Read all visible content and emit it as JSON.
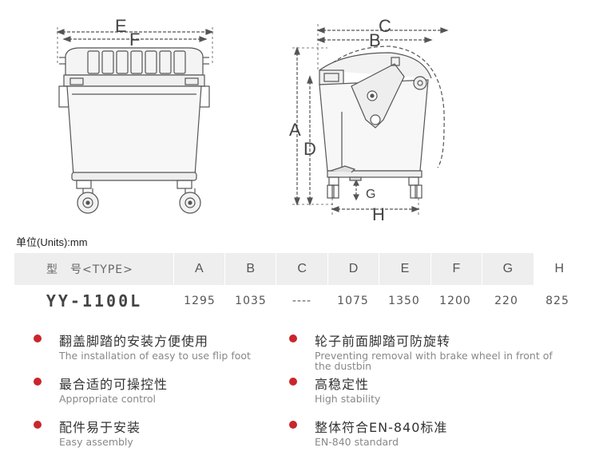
{
  "diagram": {
    "front_labels": {
      "E": "E",
      "F": "F"
    },
    "side_labels": {
      "C": "C",
      "B": "B",
      "A": "A",
      "D": "D",
      "G": "G",
      "H": "H"
    }
  },
  "units_label": "单位(Units):mm",
  "table": {
    "type_label": "型　号<TYPE>",
    "columns": [
      "A",
      "B",
      "C",
      "D",
      "E",
      "F",
      "G",
      "H"
    ],
    "model": "YY-1100L",
    "values": [
      "1295",
      "1035",
      "----",
      "1075",
      "1350",
      "1200",
      "220",
      "825"
    ]
  },
  "features": [
    {
      "zh": "翻盖脚踏的安装方便使用",
      "en": "The installation of easy to use flip foot"
    },
    {
      "zh": "轮子前面脚踏可防旋转",
      "en": "Preventing removal with brake wheel in front of the dustbin"
    },
    {
      "zh": "最合适的可操控性",
      "en": "Appropriate control"
    },
    {
      "zh": "高稳定性",
      "en": "High stability"
    },
    {
      "zh": "配件易于安装",
      "en": "Easy assembly"
    },
    {
      "zh": "整体符合EN-840标准",
      "en": "EN-840 standard"
    }
  ],
  "colors": {
    "accent_dot": "#c9262c",
    "header_bg": "#eeeeee"
  }
}
